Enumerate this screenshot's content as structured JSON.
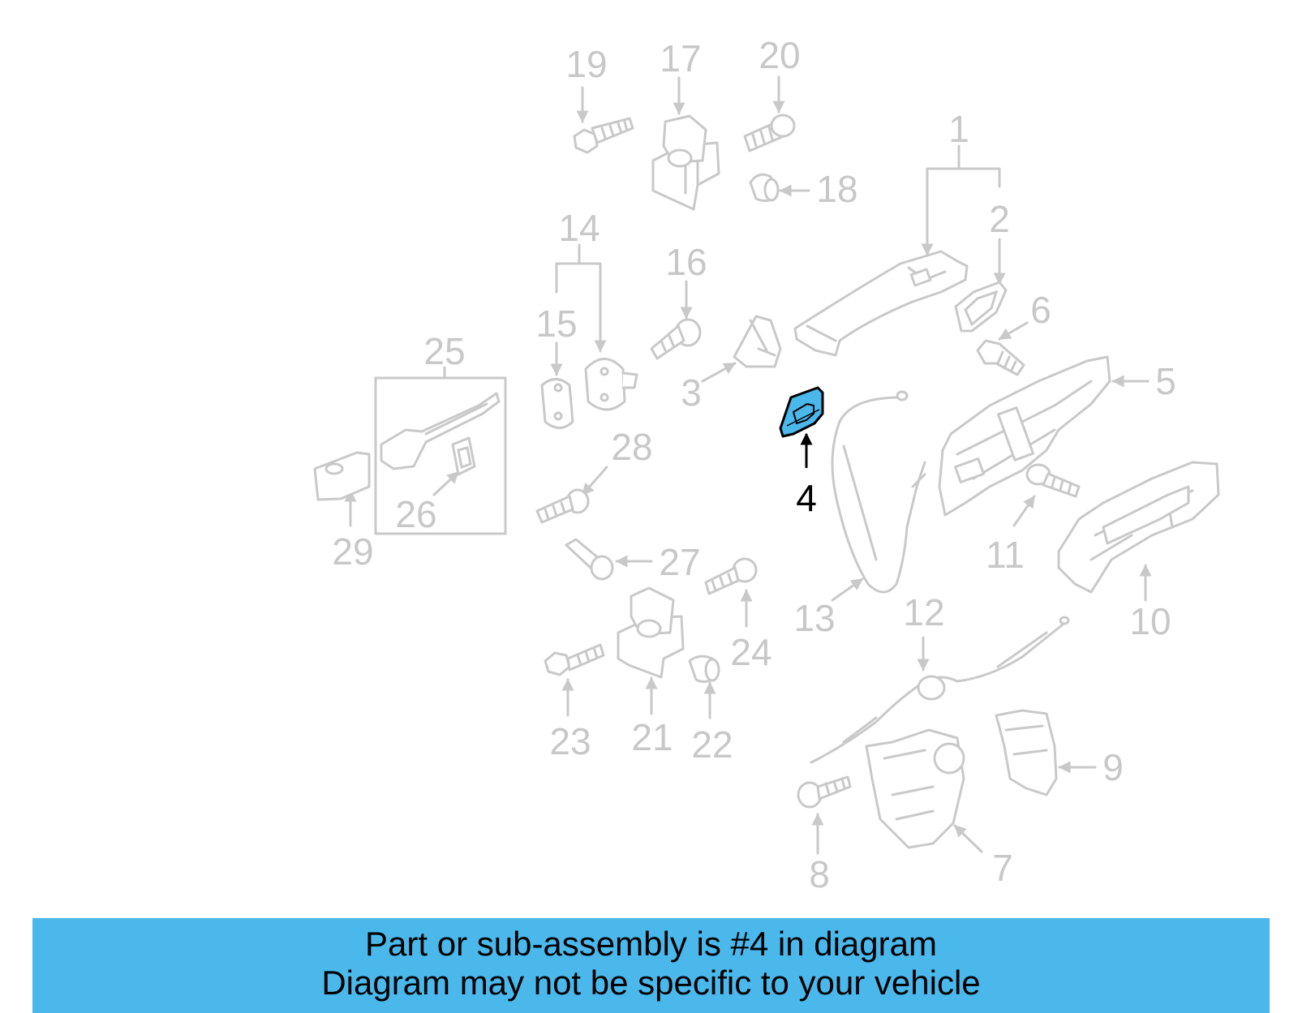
{
  "diagram": {
    "highlight_color": "#4bb8ec",
    "callouts": {
      "c1": "1",
      "c2": "2",
      "c3": "3",
      "c4": "4",
      "c5": "5",
      "c6": "6",
      "c7": "7",
      "c8": "8",
      "c9": "9",
      "c10": "10",
      "c11": "11",
      "c12": "12",
      "c13": "13",
      "c14": "14",
      "c15": "15",
      "c16": "16",
      "c17": "17",
      "c18": "18",
      "c19": "19",
      "c20": "20",
      "c21": "21",
      "c22": "22",
      "c23": "23",
      "c24": "24",
      "c25": "25",
      "c26": "26",
      "c27": "27",
      "c28": "28",
      "c29": "29"
    }
  },
  "banner": {
    "line1": "Part or sub-assembly is #4 in diagram",
    "line2": "Diagram may not be specific to your vehicle",
    "background": "#4bb8ec"
  }
}
